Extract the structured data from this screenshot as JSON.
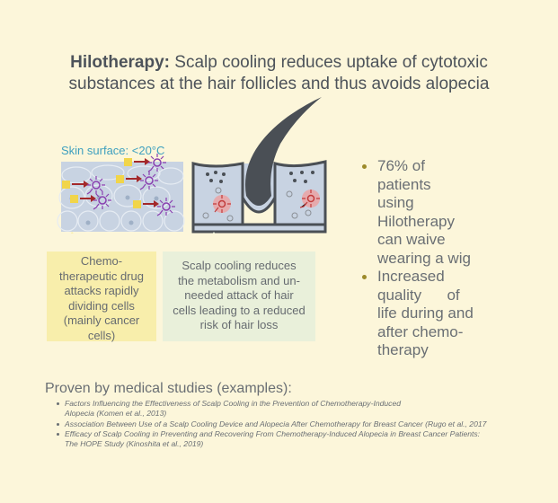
{
  "title": {
    "bold": "Hilotherapy:",
    "line1_rest": " Scalp cooling reduces uptake of cytotoxic",
    "line2": "substances at the hair follicles and thus avoids alopecia"
  },
  "illustration": {
    "skin_label": "Skin surface: <20°C",
    "colors": {
      "skin": "#c9d3e0",
      "follicle": "#4a4f55",
      "drug": "#f1d54a",
      "arrow": "#a3282a",
      "cancer_cell": "#8a3fb0",
      "attacked_cell": "#c23b3b",
      "attacked_glow": "#eea0a0"
    }
  },
  "callouts": {
    "left": "Chemo-therapeutic drug attacks rapidly dividing cells (mainly cancer cells)",
    "left_lines": [
      "Chemo-",
      "therapeutic drug",
      "attacks rapidly",
      "dividing cells",
      "(mainly cancer",
      "cells)"
    ],
    "right_lines": [
      "Scalp cooling reduces",
      "the metabolism and un-",
      "needed attack of hair",
      "cells leading to a reduced",
      "risk of hair loss"
    ]
  },
  "bullets": [
    {
      "lines": [
        "76% of",
        "patients",
        "using",
        "Hilotherapy",
        "can waive",
        "wearing a wig"
      ]
    },
    {
      "lines": [
        "Increased",
        "quality      of",
        "life during and",
        "after chemo-",
        "therapy"
      ]
    }
  ],
  "studies": {
    "title": "Proven by medical studies (examples):",
    "items": [
      {
        "lines": [
          "Factors Influencing the Effectiveness of Scalp Cooling in the Prevention of Chemotherapy-Induced",
          "Alopecia (Komen et al., 2013)"
        ]
      },
      {
        "lines": [
          "Association Between Use of a Scalp Cooling Device and Alopecia After Chemotherapy for Breast Cancer (Rugo et al., 2017"
        ]
      },
      {
        "lines": [
          "Efficacy of Scalp Cooling in Preventing and Recovering From Chemotherapy-Induced Alopecia in Breast Cancer Patients:",
          "The HOPE Study (Kinoshita et al., 2019)"
        ]
      }
    ]
  }
}
